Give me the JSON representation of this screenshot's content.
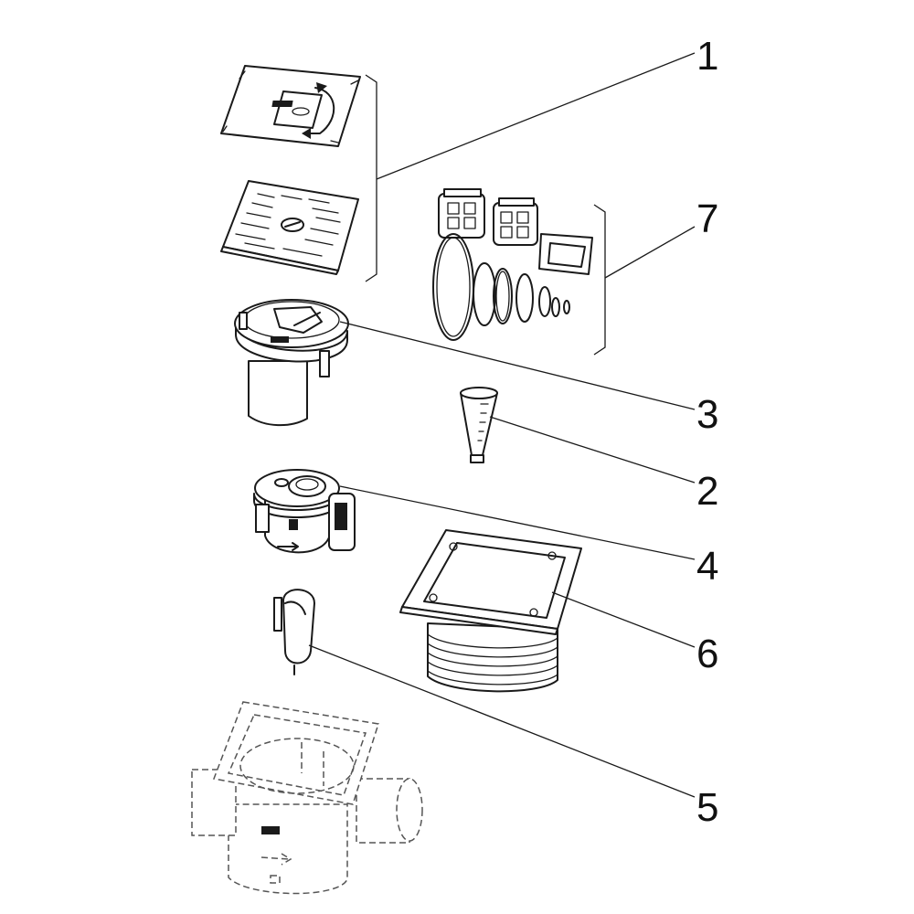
{
  "callouts": [
    {
      "id": "1",
      "label": "1"
    },
    {
      "id": "7",
      "label": "7"
    },
    {
      "id": "3",
      "label": "3"
    },
    {
      "id": "2",
      "label": "2"
    },
    {
      "id": "4",
      "label": "4"
    },
    {
      "id": "6",
      "label": "6"
    },
    {
      "id": "5",
      "label": "5"
    }
  ]
}
